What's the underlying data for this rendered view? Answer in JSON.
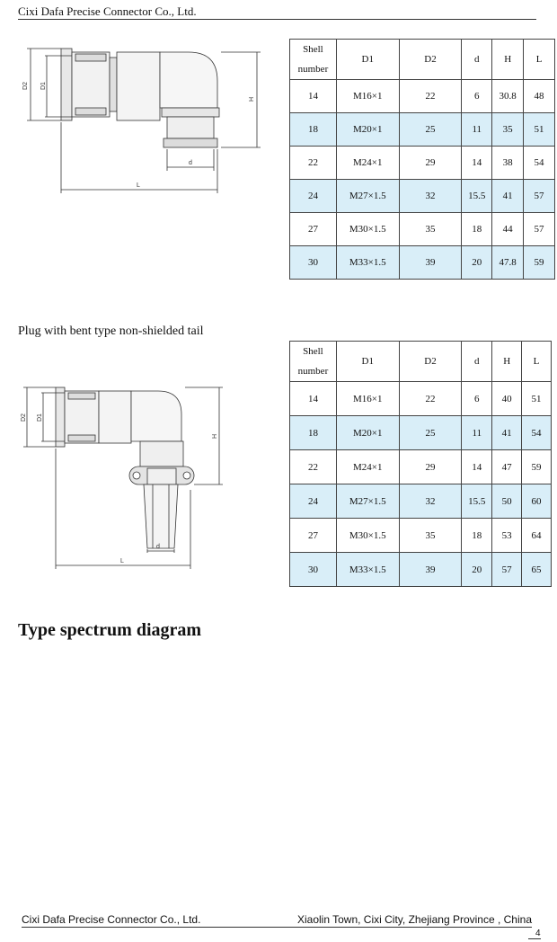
{
  "header": {
    "company": "Cixi Dafa Precise Connector Co., Ltd."
  },
  "drawing1": {
    "dims": {
      "D2": "D2",
      "D1": "D1",
      "H": "H",
      "d": "d",
      "L": "L"
    }
  },
  "table1": {
    "headers": [
      "Shell number",
      "D1",
      "D2",
      "d",
      "H",
      "L"
    ],
    "rows": [
      [
        "14",
        "M16×1",
        "22",
        "6",
        "30.8",
        "48"
      ],
      [
        "18",
        "M20×1",
        "25",
        "11",
        "35",
        "51"
      ],
      [
        "22",
        "M24×1",
        "29",
        "14",
        "38",
        "54"
      ],
      [
        "24",
        "M27×1.5",
        "32",
        "15.5",
        "41",
        "57"
      ],
      [
        "27",
        "M30×1.5",
        "35",
        "18",
        "44",
        "57"
      ],
      [
        "30",
        "M33×1.5",
        "39",
        "20",
        "47.8",
        "59"
      ]
    ]
  },
  "section2": {
    "caption": "Plug with bent type non-shielded tail"
  },
  "drawing2": {
    "dims": {
      "D2": "D2",
      "D1": "D1",
      "H": "H",
      "d": "d",
      "L": "L"
    }
  },
  "table2": {
    "headers": [
      "Shell number",
      "D1",
      "D2",
      "d",
      "H",
      "L"
    ],
    "rows": [
      [
        "14",
        "M16×1",
        "22",
        "6",
        "40",
        "51"
      ],
      [
        "18",
        "M20×1",
        "25",
        "11",
        "41",
        "54"
      ],
      [
        "22",
        "M24×1",
        "29",
        "14",
        "47",
        "59"
      ],
      [
        "24",
        "M27×1.5",
        "32",
        "15.5",
        "50",
        "60"
      ],
      [
        "27",
        "M30×1.5",
        "35",
        "18",
        "53",
        "64"
      ],
      [
        "30",
        "M33×1.5",
        "39",
        "20",
        "57",
        "65"
      ]
    ]
  },
  "section3": {
    "title": "Type spectrum diagram"
  },
  "footer": {
    "company": "Cixi Dafa Precise Connector Co., Ltd.",
    "address": "Xiaolin Town, Cixi City, Zhejiang Province , China",
    "page": "4"
  }
}
